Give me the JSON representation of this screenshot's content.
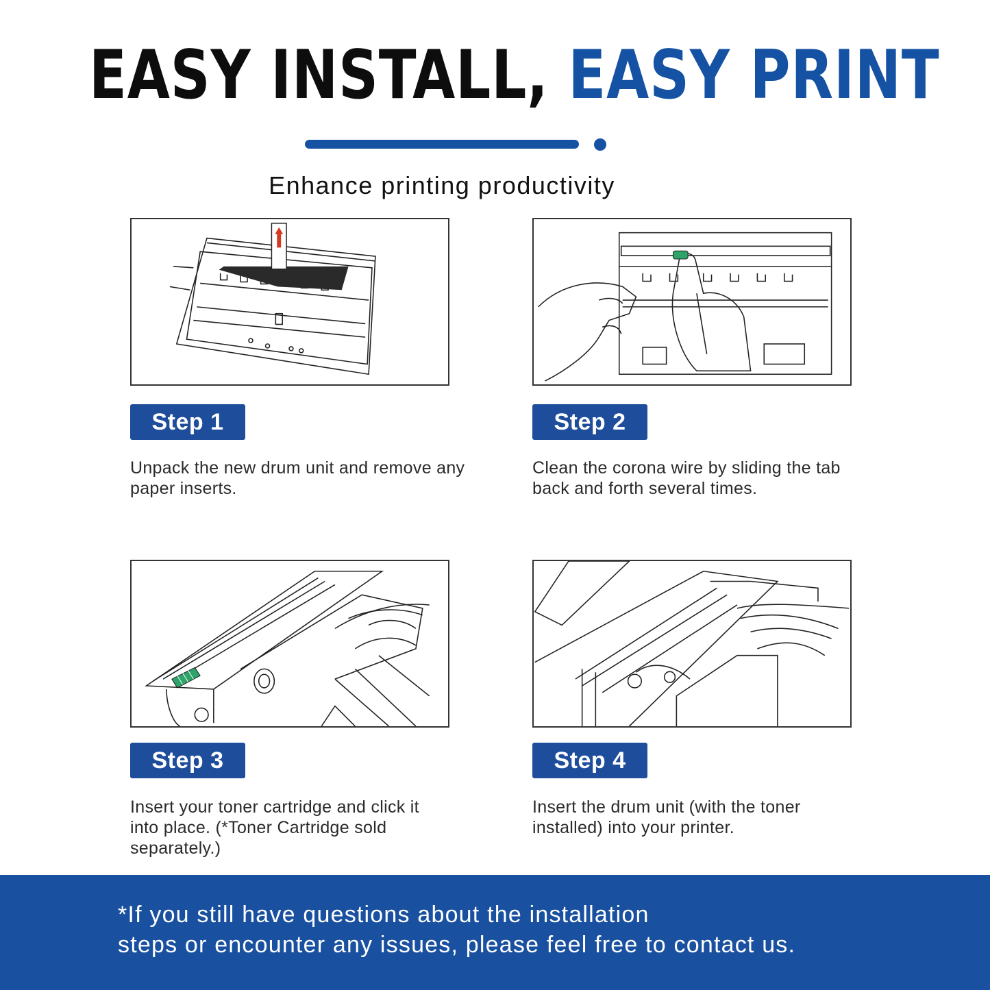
{
  "header": {
    "title_black": "EASY INSTALL,",
    "title_blue": "EASY PRINT",
    "subtitle": "Enhance printing productivity"
  },
  "steps": [
    {
      "label": "Step 1",
      "text": "Unpack the new drum unit and remove any paper inserts."
    },
    {
      "label": "Step 2",
      "text": "Clean the corona wire by sliding the tab back and forth several times."
    },
    {
      "label": "Step 3",
      "text": "Insert your toner cartridge and click it into place. (*Toner Cartridge sold separately.)"
    },
    {
      "label": "Step 4",
      "text": "Insert the drum unit (with the toner installed) into your printer."
    }
  ],
  "footer": {
    "line1": "*If you still have questions about the installation",
    "line2": "steps or encounter any issues, please feel free to contact us."
  },
  "colors": {
    "brand_blue": "#1552a3",
    "badge_blue": "#1e4d9b",
    "footer_blue": "#1a50a0",
    "tab_green": "#2ea36a",
    "arrow_red": "#d23a22"
  }
}
